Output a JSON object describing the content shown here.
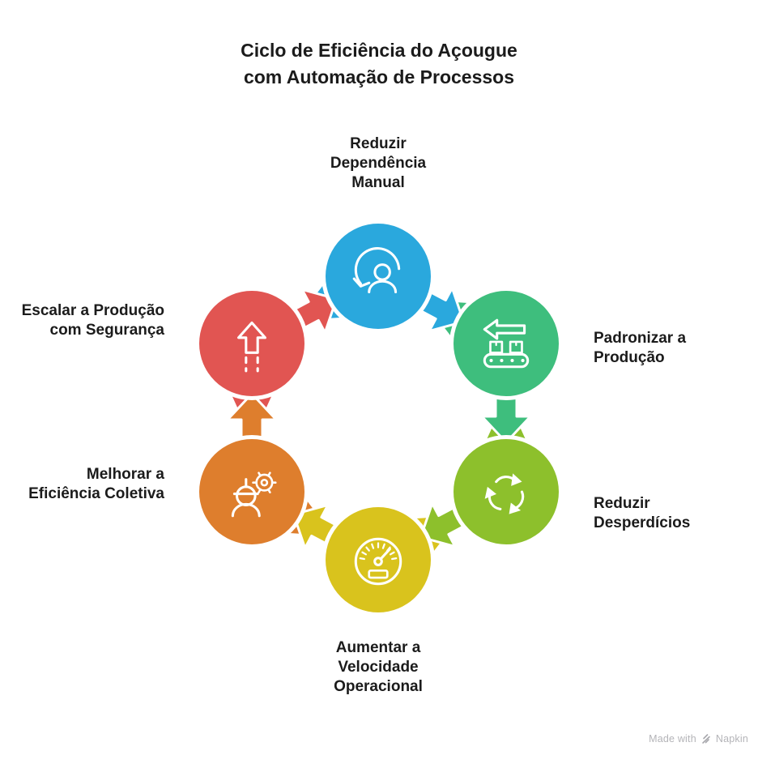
{
  "title": {
    "line1": "Ciclo de Eficiência do Açougue",
    "line2": "com Automação de Processos"
  },
  "cycle": {
    "flow": "clockwise",
    "nodes": [
      {
        "id": "reduzir-dependencia-manual",
        "label": "Reduzir\nDependência\nManual",
        "color": "#2AA8DD",
        "icon": "user-sync-icon",
        "position": "top"
      },
      {
        "id": "padronizar-a-producao",
        "label": "Padronizar a\nProdução",
        "color": "#3EBE7D",
        "icon": "conveyor-belt-icon",
        "position": "top-right"
      },
      {
        "id": "reduzir-desperdicios",
        "label": "Reduzir\nDesperdícios",
        "color": "#8DC02C",
        "icon": "recycle-icon",
        "position": "bottom-right"
      },
      {
        "id": "aumentar-velocidade-operacional",
        "label": "Aumentar a\nVelocidade\nOperacional",
        "color": "#D9C31D",
        "icon": "speedometer-icon",
        "position": "bottom"
      },
      {
        "id": "melhorar-eficiencia-coletiva",
        "label": "Melhorar a\nEficiência Coletiva",
        "color": "#DE7E2D",
        "icon": "worker-gear-icon",
        "position": "bottom-left"
      },
      {
        "id": "escalar-producao-seguranca",
        "label": "Escalar a Produção\ncom Segurança",
        "color": "#E15552",
        "icon": "arrow-up-icon",
        "position": "top-left"
      }
    ]
  },
  "watermark": {
    "text_prefix": "Made with",
    "brand": "Napkin"
  }
}
